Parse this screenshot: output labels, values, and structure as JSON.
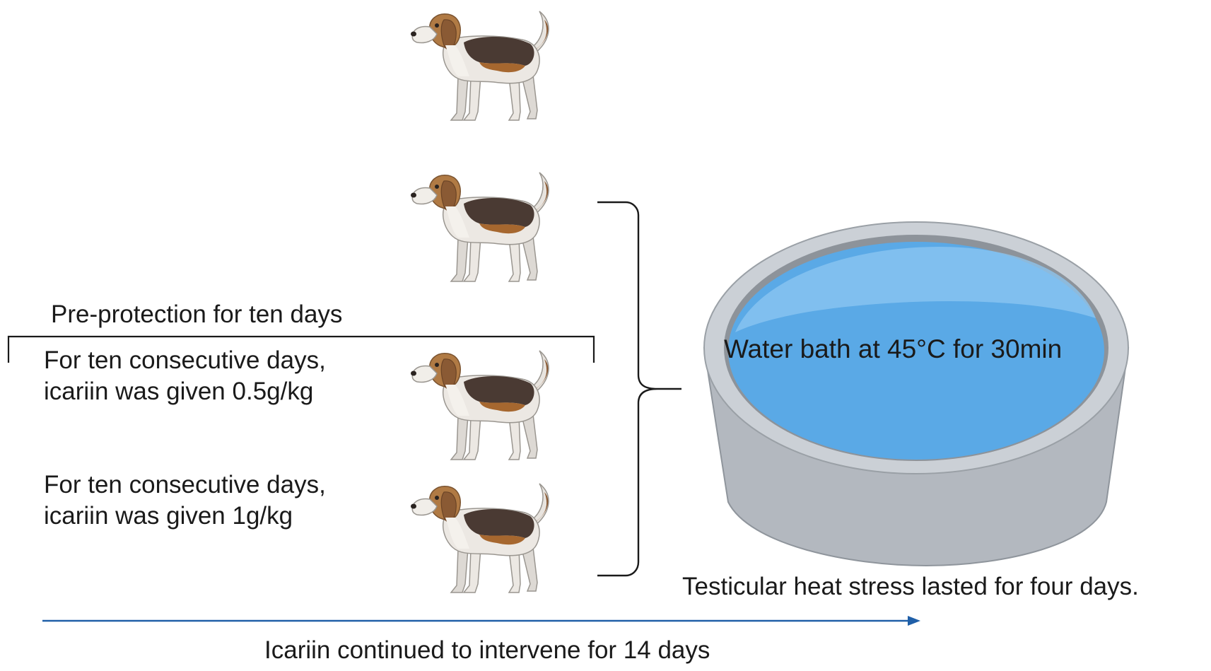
{
  "labels": {
    "pre_protection": "Pre-protection for ten days",
    "group_low_line1": "For ten consecutive days,",
    "group_low_line2": "icariin was given 0.5g/kg",
    "group_high_line1": "For ten consecutive days,",
    "group_high_line2": "icariin was given 1g/kg",
    "water_bath": "Water bath at 45°C for 30min",
    "heat_stress": "Testicular heat stress lasted for four days.",
    "continued": "Icariin continued to intervene for 14 days"
  },
  "icons": {
    "animal": "beagle-dog-icon",
    "bath": "water-bath-tub-icon"
  },
  "colors": {
    "timeline": "#1f5fa8",
    "water": "#5aa9e6",
    "tub": "#b3b8bf",
    "text": "#1a1a1a"
  }
}
